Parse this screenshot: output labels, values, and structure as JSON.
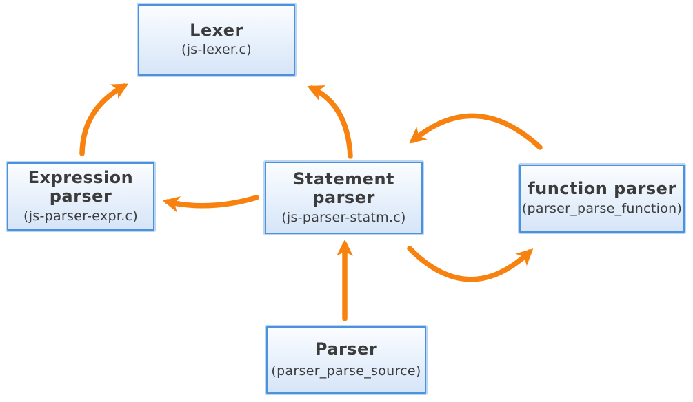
{
  "diagram": {
    "colors": {
      "arrow": "#F8820F",
      "border": "#4A92DE",
      "halo": "#BCD6F0",
      "fillTop": "#FBFDFF",
      "fillBottom": "#D6E5F8",
      "text": "#3C3C3C",
      "bg": "#FFFFFF"
    },
    "nodes": [
      {
        "id": "lexer",
        "title": "Lexer",
        "subtitle": "(js-lexer.c)"
      },
      {
        "id": "expression-parser",
        "title": "Expression parser",
        "subtitle": "(js-parser-expr.c)"
      },
      {
        "id": "statement-parser",
        "title": "Statement parser",
        "subtitle": "(js-parser-statm.c)"
      },
      {
        "id": "function-parser",
        "title": "function parser",
        "subtitle": "(parser_parse_function)"
      },
      {
        "id": "parser",
        "title": "Parser",
        "subtitle": "(parser_parse_source)"
      }
    ],
    "edges": [
      {
        "from": "expression-parser",
        "to": "lexer"
      },
      {
        "from": "statement-parser",
        "to": "lexer"
      },
      {
        "from": "statement-parser",
        "to": "expression-parser"
      },
      {
        "from": "parser",
        "to": "statement-parser"
      },
      {
        "from": "function-parser",
        "to": "statement-parser"
      },
      {
        "from": "statement-parser",
        "to": "function-parser"
      }
    ]
  }
}
